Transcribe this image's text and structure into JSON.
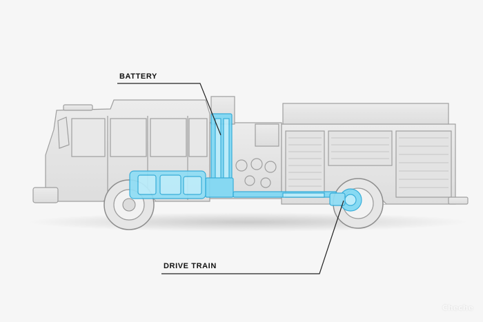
{
  "callouts": {
    "battery": "BATTERY",
    "drive_train": "DRIVE TRAIN"
  },
  "watermark": "Cheche",
  "colors": {
    "background": "#f6f6f6",
    "truck_line": "#9a9a9a",
    "component_highlight": "#4fc6ec",
    "callout_line": "#222222"
  },
  "icons": [
    "fire-truck-xray-illustration",
    "battery-pack-highlight",
    "drive-train-highlight"
  ]
}
